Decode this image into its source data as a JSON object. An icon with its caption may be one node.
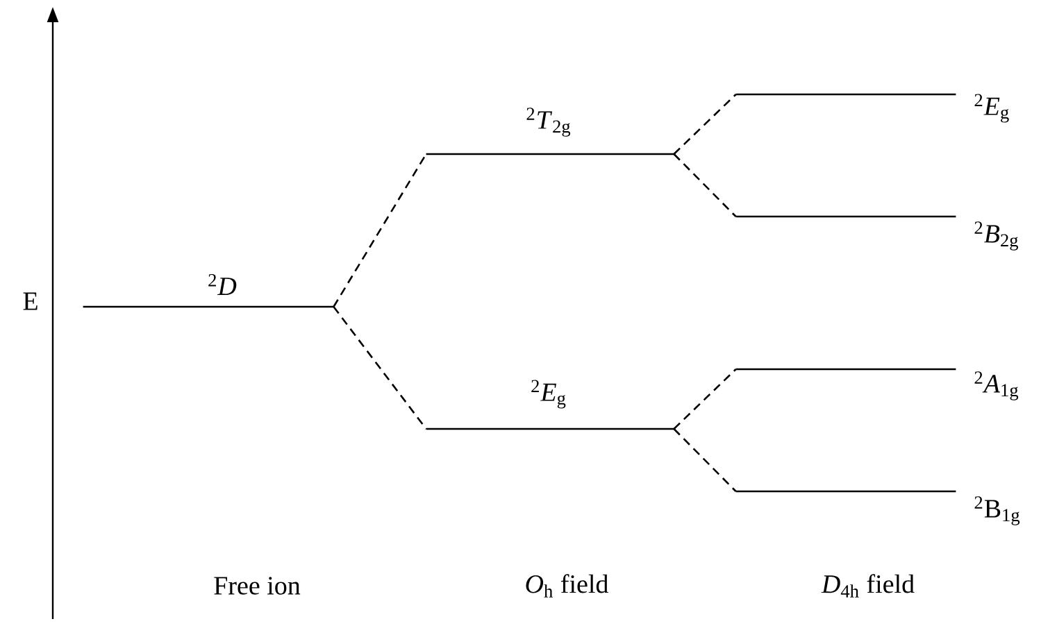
{
  "diagram": {
    "nodes": [
      {
        "text": [
          "$^{2}$*D*"
        ]
      },
      {
        "text": [
          "$^{2}$*T*$_{2g}$"
        ]
      },
      {
        "text": [
          "$^{2}$*E*$_{g}$"
        ]
      },
      {
        "text": [
          "$^{2}$*E*$_{g}$"
        ]
      },
      {
        "text": [
          "$^{2}$*B*$_{2g}$"
        ]
      },
      {
        "text": [
          "$^{2}$*A*$_{1g}$"
        ]
      },
      {
        "text": [
          "$^{2}$B$_{1g}$"
        ]
      }
    ],
    "edges": [
      {
        "from": 0,
        "to": 1,
        "arrow": "none",
        "style": "dashed"
      },
      {
        "from": 0,
        "to": 2,
        "arrow": "none",
        "style": "dashed"
      },
      {
        "from": 1,
        "to": 3,
        "arrow": "none",
        "style": "dashed"
      },
      {
        "from": 1,
        "to": 4,
        "arrow": "none",
        "style": "dashed"
      },
      {
        "from": 2,
        "to": 5,
        "arrow": "none",
        "style": "dashed"
      },
      {
        "from": 2,
        "to": 6,
        "arrow": "none",
        "style": "dashed"
      }
    ],
    "labels": [
      "E",
      "Free ion",
      "*O*$_{h}$ field",
      "*D*$_{4h}$ field"
    ]
  }
}
